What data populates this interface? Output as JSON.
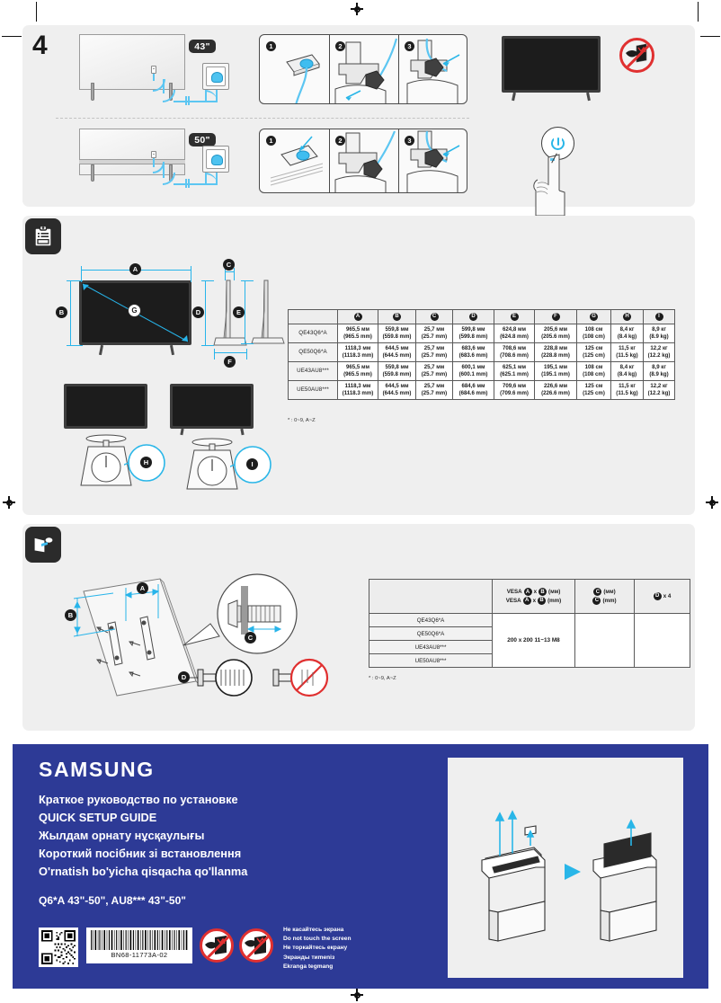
{
  "document": {
    "kind": "quick-setup-guide",
    "brand": "SAMSUNG",
    "part_number": "BN68-11773A-02"
  },
  "step4": {
    "number": "4",
    "size_tag_top": "43\"",
    "size_tag_bottom": "50\"",
    "inset_badges": [
      "1",
      "2",
      "3"
    ]
  },
  "dimension_section": {
    "icon": "clipboard-icon",
    "diagram_badges": {
      "width": "A",
      "height": "B",
      "depth_panel": "C",
      "height_with_stand": "D",
      "height_no_stand": "E",
      "stand_depth": "F",
      "diagonal": "G",
      "weight_with_stand": "H",
      "weight_no_stand": "I"
    },
    "table": {
      "columns": [
        "",
        "A",
        "B",
        "C",
        "D",
        "E",
        "F",
        "G",
        "H",
        "I"
      ],
      "rows": [
        {
          "model": "QE43Q6*A",
          "cells": [
            "965,5 мм\n(965.5 mm)",
            "559,8 мм\n(559.8 mm)",
            "25,7 мм\n(25.7 mm)",
            "599,8 мм\n(599.8 mm)",
            "624,8 мм\n(624.8 mm)",
            "205,6 мм\n(205.6 mm)",
            "108 см\n(108 cm)",
            "8,4 кг\n(8.4 kg)",
            "8,9 кг\n(8.9 kg)"
          ]
        },
        {
          "model": "QE50Q6*A",
          "cells": [
            "1118,3 мм\n(1118.3 mm)",
            "644,5 мм\n(644.5 mm)",
            "25,7 мм\n(25.7 mm)",
            "683,6 мм\n(683.6 mm)",
            "708,6 мм\n(708.6 mm)",
            "228,8 мм\n(228.8 mm)",
            "125 см\n(125 cm)",
            "11,5 кг\n(11.5 kg)",
            "12,2 кг\n(12.2 kg)"
          ]
        },
        {
          "model": "UE43AU8***",
          "cells": [
            "965,5 мм\n(965.5 mm)",
            "559,8 мм\n(559.8 mm)",
            "25,7 мм\n(25.7 mm)",
            "600,1 мм\n(600.1 mm)",
            "625,1 мм\n(625.1 mm)",
            "195,1 мм\n(195.1 mm)",
            "108 см\n(108 cm)",
            "8,4 кг\n(8.4 kg)",
            "8,9 кг\n(8.9 kg)"
          ]
        },
        {
          "model": "UE50AU8***",
          "cells": [
            "1118,3 мм\n(1118.3 mm)",
            "644,5 мм\n(644.5 mm)",
            "25,7 мм\n(25.7 mm)",
            "684,6 мм\n(684.6 mm)",
            "709,6 мм\n(709.6 mm)",
            "226,6 мм\n(226.6 mm)",
            "125 см\n(125 cm)",
            "11,5 кг\n(11.5 kg)",
            "12,2 кг\n(12.2 kg)"
          ]
        }
      ],
      "footnote": "* : 0~9, A~Z"
    }
  },
  "wallmount_section": {
    "icon": "wall-mount-icon",
    "diagram_badges": {
      "horizontal_pitch": "A",
      "vertical_pitch": "B",
      "screw_length": "C",
      "screw_qty": "D"
    },
    "table": {
      "header": {
        "vesa_ru_prefix": "VESA",
        "vesa_ru_suffix": "(мм)",
        "vesa_en_prefix": "VESA",
        "vesa_en_suffix": "(mm)",
        "c_ru": "(мм)",
        "c_en": "(mm)",
        "d_qty": "x 4",
        "badge_a": "A",
        "badge_b": "B",
        "badge_c": "C",
        "badge_d": "D",
        "times": "x"
      },
      "models": [
        "QE43Q6*A",
        "QE50Q6*A",
        "UE43AU8***",
        "UE50AU8***"
      ],
      "merged_value": "200 x 200 11~13 M8",
      "footnote": "* : 0~9, A~Z"
    }
  },
  "footer": {
    "logo": "SAMSUNG",
    "titles": [
      "Краткое руководство по установке",
      "QUICK SETUP GUIDE",
      "Жылдам орнату нұсқаулығы",
      "Короткий посібник зі встановлення",
      "O'rnatish bo'yicha qisqacha qo'llanma"
    ],
    "model_line": "Q6*A 43\"-50\", AU8*** 43\"-50\"",
    "barcode_label": "BN68-11773A-02",
    "warnings": [
      "Не касайтесь экрана",
      "Do not touch the screen",
      "Не торкайтесь екрану",
      "Экранды тиmenіз",
      "Ekranga tegmang"
    ],
    "background_color": "#2d3a96",
    "accent_color": "#29b6e8"
  }
}
